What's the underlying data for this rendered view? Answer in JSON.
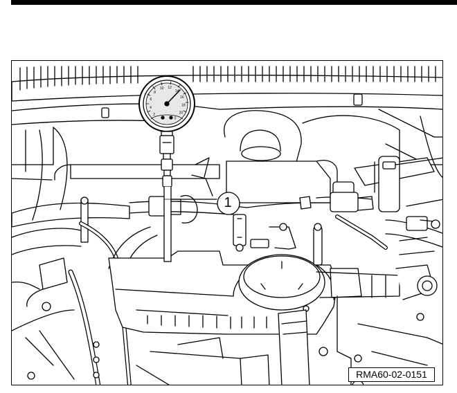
{
  "figure": {
    "callout": "1",
    "reference_code": "RMA60-02-0151",
    "gauge_scale_labels": [
      "2",
      "4",
      "6",
      "8",
      "10",
      "12",
      "14",
      "16",
      "18",
      "20",
      "0"
    ]
  },
  "colors": {
    "ink": "#000000",
    "paper": "#ffffff"
  }
}
